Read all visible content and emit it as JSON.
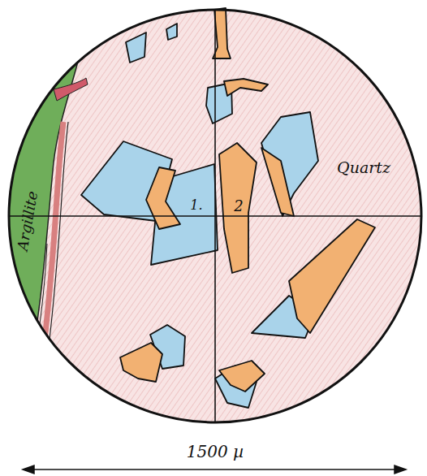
{
  "diagram": {
    "labels": [
      "Argillite",
      "Quartz",
      "1.",
      "2",
      "1500 µ"
    ]
  }
}
